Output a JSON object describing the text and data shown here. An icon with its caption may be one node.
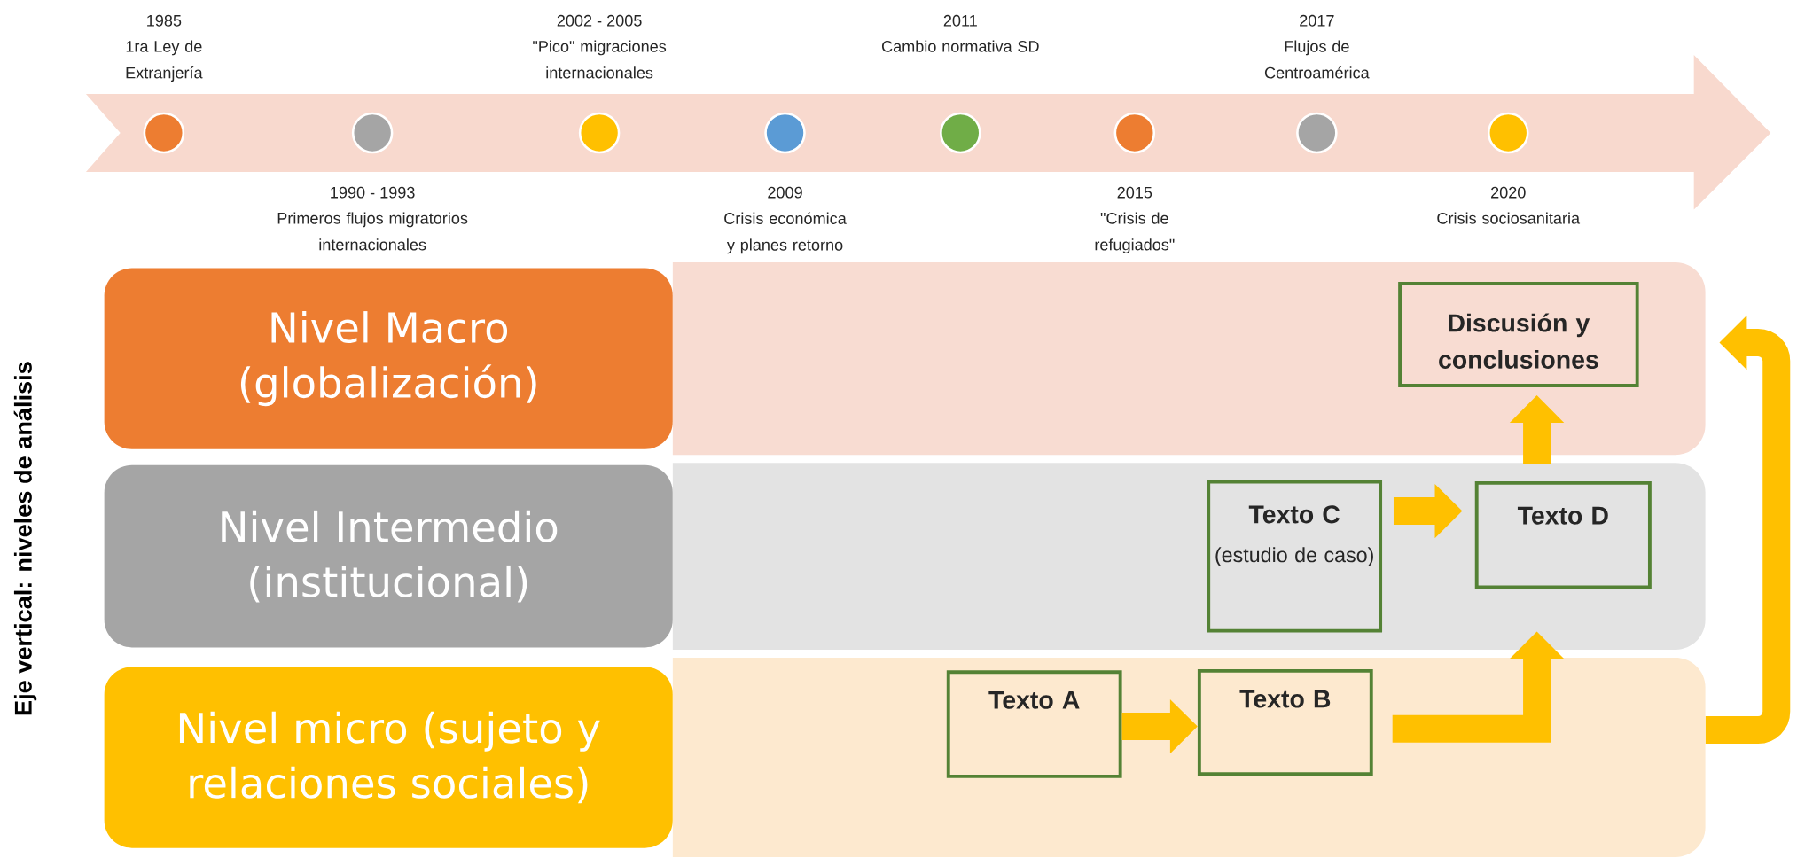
{
  "diagram": {
    "nodes": [
      {
        "text": [],
        "shape": "arrow"
      },
      {
        "text": [],
        "shape": "circle",
        "in": 0,
        "beside": [
          "1985",
          "1ra Ley de Extranjería"
        ]
      },
      {
        "text": [],
        "shape": "circle",
        "in": 0,
        "beside": [
          "1990 - 1993",
          "Primeros flujos migratorios internacionales"
        ]
      },
      {
        "text": [],
        "shape": "circle",
        "in": 0,
        "beside": [
          "2002 - 2005",
          "\"Pico\" migraciones internacionales"
        ]
      },
      {
        "text": [],
        "shape": "circle",
        "in": 0,
        "beside": [
          "2009",
          "Crisis económica y planes retorno"
        ]
      },
      {
        "text": [],
        "shape": "circle",
        "in": 0,
        "beside": [
          "2011",
          "Cambio normativa SD"
        ]
      },
      {
        "text": [],
        "shape": "circle",
        "in": 0,
        "beside": [
          "2015",
          "\"Crisis de refugiados\""
        ]
      },
      {
        "text": [],
        "shape": "circle",
        "in": 0,
        "beside": [
          "2017",
          "Flujos de Centroamérica"
        ]
      },
      {
        "text": [],
        "shape": "circle",
        "in": 0,
        "beside": [
          "2020",
          "Crisis sociosanitaria"
        ]
      },
      {
        "text": [
          "Nivel Macro (globalización)"
        ]
      },
      {
        "text": [],
        "shape": "box"
      },
      {
        "text": [
          "Discusión y conclusiones"
        ],
        "in": 10
      },
      {
        "text": [
          "Nivel Intermedio (institucional)"
        ]
      },
      {
        "text": [],
        "shape": "box"
      },
      {
        "text": [
          "Texto C",
          "(estudio de caso)"
        ],
        "in": 13
      },
      {
        "text": [
          "Texto D"
        ],
        "in": 13
      },
      {
        "text": [
          "Nivel micro (sujeto y relaciones sociales)"
        ]
      },
      {
        "text": [],
        "shape": "box"
      },
      {
        "text": [
          "Texto A"
        ],
        "in": 17
      },
      {
        "text": [
          "Texto B"
        ],
        "in": 17
      }
    ],
    "edges": [
      {
        "from": 18,
        "to": 19,
        "arrow": "to"
      },
      {
        "from": 14,
        "to": 15,
        "arrow": "to"
      },
      {
        "from": 19,
        "to": 15,
        "arrow": "to"
      },
      {
        "from": 15,
        "to": 11,
        "arrow": "to"
      },
      {
        "from": 17,
        "to": 10,
        "arrow": "to"
      }
    ],
    "labels": [
      "Eje vertical: niveles de análisis"
    ]
  }
}
